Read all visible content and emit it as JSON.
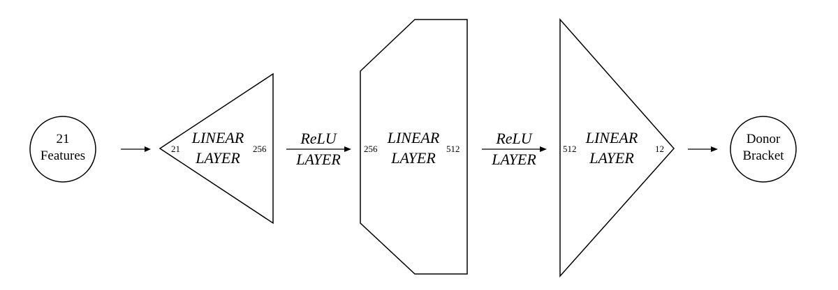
{
  "input_node": {
    "line1": "21",
    "line2": "Features"
  },
  "output_node": {
    "line1": "Donor",
    "line2": "Bracket"
  },
  "layers": [
    {
      "label_line1": "LINEAR",
      "label_line2": "LAYER",
      "in_dim": "21",
      "out_dim": "256"
    },
    {
      "label_line1": "LINEAR",
      "label_line2": "LAYER",
      "in_dim": "256",
      "out_dim": "512"
    },
    {
      "label_line1": "LINEAR",
      "label_line2": "LAYER",
      "in_dim": "512",
      "out_dim": "12"
    }
  ],
  "activations": [
    {
      "line1": "ReLU",
      "line2": "LAYER"
    },
    {
      "line1": "ReLU",
      "line2": "LAYER"
    }
  ]
}
